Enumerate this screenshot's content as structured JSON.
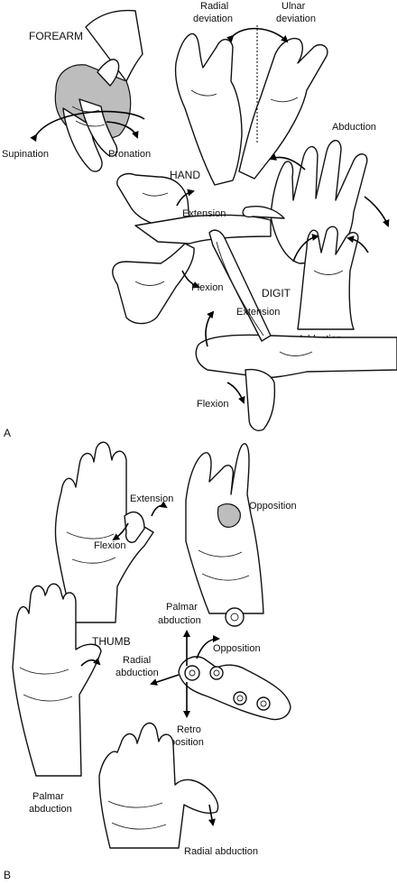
{
  "panel_a": {
    "letter": "A",
    "forearm": {
      "title": "FOREARM",
      "supination": "Supination",
      "pronation": "Pronation"
    },
    "wrist_deviation": {
      "radial": [
        "Radial",
        "deviation"
      ],
      "ulnar": [
        "Ulnar",
        "deviation"
      ]
    },
    "hand": {
      "title": "HAND",
      "extension": "Extension",
      "flexion": "Flexion"
    },
    "finger_spread": {
      "abduction": "Abduction",
      "adduction": "Adduction"
    },
    "digit": {
      "title": "DIGIT",
      "extension": "Extension",
      "flexion": "Flexion"
    }
  },
  "panel_b": {
    "letter": "B",
    "thumb_flex": {
      "extension": "Extension",
      "flexion": "Flexion"
    },
    "opposition_hand": {
      "opposition": "Opposition"
    },
    "thumb": {
      "title": "THUMB",
      "palmar_abduction": [
        "Palmar",
        "abduction"
      ],
      "radial_abduction": [
        "Radial",
        "abduction"
      ],
      "opposition": "Opposition",
      "retroposition": [
        "Retro",
        "position"
      ]
    },
    "left_hand": {
      "palmar_abduction": [
        "Palmar",
        "abduction"
      ]
    },
    "right_hand": {
      "radial_abduction": "Radial abduction"
    }
  }
}
